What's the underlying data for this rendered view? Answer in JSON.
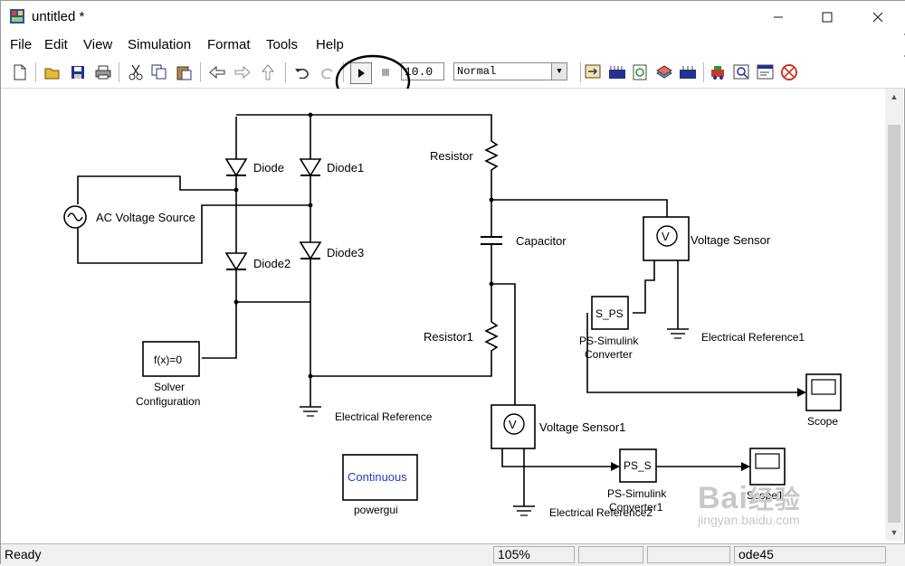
{
  "window": {
    "title": "untitled *",
    "minimize_icon": "minimize-icon",
    "maximize_icon": "maximize-icon",
    "close_icon": "close-icon"
  },
  "menu": [
    "File",
    "Edit",
    "View",
    "Simulation",
    "Format",
    "Tools",
    "Help"
  ],
  "toolbar": {
    "stop_time": "10.0",
    "sim_mode": "Normal",
    "icons": [
      "new-icon",
      "open-icon",
      "save-icon",
      "print-icon",
      "cut-icon",
      "copy-icon",
      "paste-icon",
      "back-icon",
      "forward-icon",
      "up-icon",
      "undo-icon",
      "redo-icon",
      "start-simulation-icon",
      "stop-simulation-icon",
      "update-diagram-icon",
      "build-icon",
      "refresh-icon",
      "library-icon",
      "debug-icon",
      "model-explorer-icon",
      "model-advisor-icon",
      "signal-icon",
      "configuration-icon"
    ]
  },
  "blocks": {
    "diode": "Diode",
    "diode1": "Diode1",
    "diode2": "Diode2",
    "diode3": "Diode3",
    "ac_source": "AC Voltage Source",
    "resistor": "Resistor",
    "capacitor": "Capacitor",
    "resistor1": "Resistor1",
    "voltage_sensor": "Voltage Sensor",
    "voltage_sensor1": "Voltage Sensor1",
    "ps_simulink": "PS-Simulink",
    "converter": "Converter",
    "ps_simulink1": "PS-Simulink",
    "converter1": "Converter1",
    "elec_ref": "Electrical Reference",
    "elec_ref1": "Electrical Reference1",
    "elec_ref2": "Electrical Reference2",
    "solver_line1": "Solver",
    "solver_line2": "Configuration",
    "solver_fx": "f(x)=0",
    "scope": "Scope",
    "scope1": "Scope1",
    "powergui_label": "powergui",
    "powergui_text": "Continuous",
    "sps_tag": "S_PS",
    "sps_tag1": "PS_S",
    "v_glyph": "V"
  },
  "status": {
    "state": "Ready",
    "zoom": "105%",
    "solver": "ode45"
  },
  "watermark": {
    "brand": "Bai",
    "brand_cn": "经验",
    "url": "jingyan.baidu.com"
  }
}
